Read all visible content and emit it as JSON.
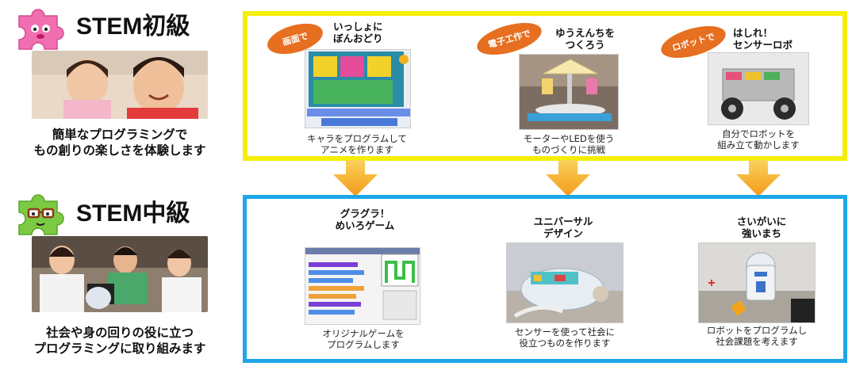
{
  "beginner": {
    "title": "STEM初級",
    "lead_line1": "簡単なプログラミングで",
    "lead_line2": "もの創りの楽しさを体験します",
    "items": [
      {
        "tag": "画面で",
        "title_line1": "いっしょに",
        "title_line2": "ぼんおどり",
        "caption_line1": "キャラをプログラムして",
        "caption_line2": "アニメを作ります"
      },
      {
        "tag": "電子工作で",
        "title_line1": "ゆうえんちを",
        "title_line2": "つくろう",
        "caption_line1": "モーターやLEDを使う",
        "caption_line2": "ものづくりに挑戦"
      },
      {
        "tag": "ロボットで",
        "title_line1": "はしれ！",
        "title_line2": "センサーロボ",
        "caption_line1": "自分でロボットを",
        "caption_line2": "組み立て動かします"
      }
    ]
  },
  "intermediate": {
    "title": "STEM中級",
    "lead_line1": "社会や身の回りの役に立つ",
    "lead_line2": "プログラミングに取り組みます",
    "items": [
      {
        "title_line1": "グラグラ！",
        "title_line2": "めいろゲーム",
        "caption_line1": "オリジナルゲームを",
        "caption_line2": "プログラムします"
      },
      {
        "title_line1": "ユニバーサル",
        "title_line2": "デザイン",
        "caption_line1": "センサーを使って社会に",
        "caption_line2": "役立つものを作ります"
      },
      {
        "title_line1": "さいがいに",
        "title_line2": "強いまち",
        "caption_line1": "ロボットをプログラムし",
        "caption_line2": "社会課題を考えます"
      }
    ]
  },
  "colors": {
    "yellow_frame": "#f4ee0a",
    "blue_frame": "#1ea7e8",
    "tag_orange": "#e66f20",
    "arrow_orange": "#f2a51c",
    "puzzle_pink": "#f06fb0",
    "puzzle_green": "#7cc943"
  },
  "icons": [
    "pink-puzzle-mascot-icon",
    "green-puzzle-mascot-icon",
    "down-arrow-icon"
  ]
}
